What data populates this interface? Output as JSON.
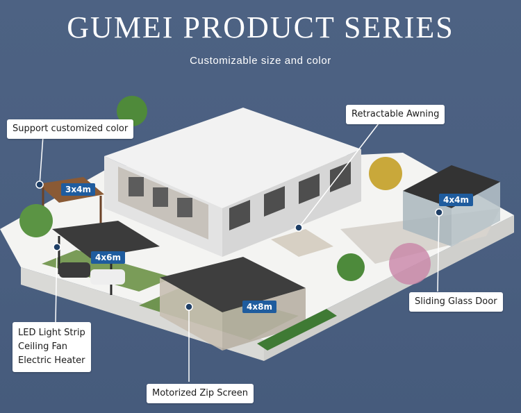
{
  "header": {
    "title": "GUMEI PRODUCT SERIES",
    "subtitle": "Customizable size and color"
  },
  "callouts": {
    "support_color": "Support customized color",
    "retractable_awning": "Retractable Awning",
    "sliding_glass_door": "Sliding Glass Door",
    "motorized_zip_screen": "Motorized Zip Screen",
    "features": [
      "LED Light Strip",
      "Ceiling Fan",
      "Electric Heater"
    ]
  },
  "size_tags": {
    "pergola_small": "3x4m",
    "carport": "4x6m",
    "pergola_glass": "4x4m",
    "pergola_large": "4x8m"
  },
  "colors": {
    "background": "#4a5e7d",
    "tag_blue": "#1f5c9e",
    "label_bg": "#ffffff"
  }
}
